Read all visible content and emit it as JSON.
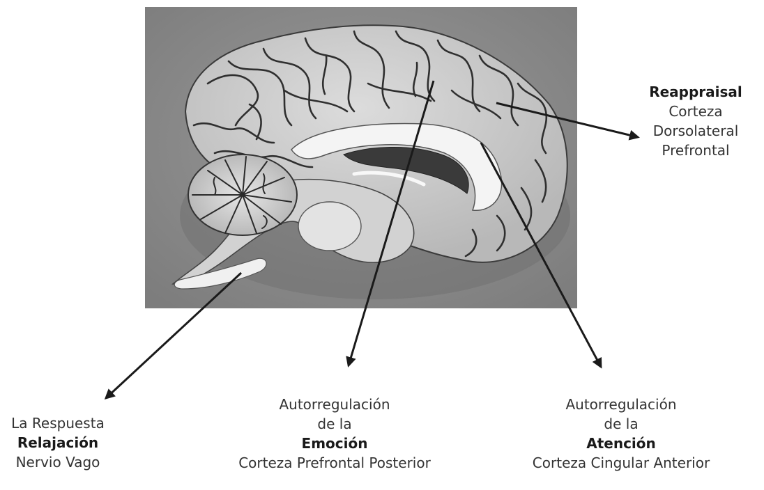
{
  "image": {
    "subject": "brain-sagittal-section",
    "colors": {
      "background": "#8e8e8e",
      "tissue": "#cfcfcf",
      "sulci": "#2e2e2e",
      "white_matter": "#f2f2f2",
      "ventricle": "#3a3a3a",
      "arrow": "#1a1a1a"
    }
  },
  "labels": {
    "reappraisal": {
      "title": "Reappraisal",
      "line1": "Corteza",
      "line2": "Dorsolateral",
      "line3": "Prefrontal"
    },
    "relajacion": {
      "line1": "La Respuesta",
      "title": "Relajación",
      "line3": "Nervio Vago"
    },
    "emocion": {
      "line1": "Autorregulación",
      "line2": "de la",
      "title": "Emoción",
      "line4": "Corteza Prefrontal Posterior"
    },
    "atencion": {
      "line1": "Autorregulación",
      "line2": "de la",
      "title": "Atención",
      "line4": "Corteza Cingular Anterior"
    }
  }
}
